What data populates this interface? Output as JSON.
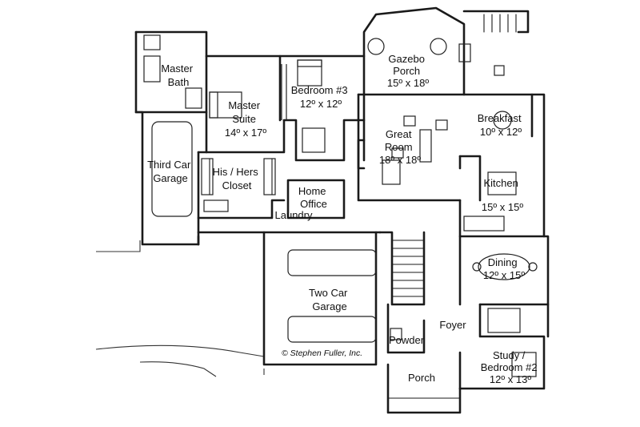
{
  "rooms": {
    "master_bath": [
      "Master",
      "Bath"
    ],
    "master_suite": [
      "Master",
      "Suite",
      "14º x 17º"
    ],
    "bedroom3": [
      "Bedroom #3",
      "12º x 12º"
    ],
    "gazebo_porch": [
      "Gazebo",
      "Porch",
      "15º x 18º"
    ],
    "breakfast": [
      "Breakfast",
      "10º x 12º"
    ],
    "great_room": [
      "Great",
      "Room",
      "18º x 18º"
    ],
    "kitchen": [
      "Kitchen",
      "15º x 15º"
    ],
    "third_car_garage": [
      "Third Car",
      "Garage"
    ],
    "closet": [
      "His / Hers",
      "Closet"
    ],
    "home_office": [
      "Home",
      "Office"
    ],
    "laundry": "Laundry",
    "dining": [
      "Dining",
      "12º x 15º"
    ],
    "two_car_garage": [
      "Two Car",
      "Garage"
    ],
    "foyer": "Foyer",
    "powder": "Powder",
    "porch": "Porch",
    "study_bedroom2": [
      "Study /",
      "Bedroom #2",
      "12º x 13º"
    ]
  },
  "copyright": "© Stephen Fuller, Inc."
}
